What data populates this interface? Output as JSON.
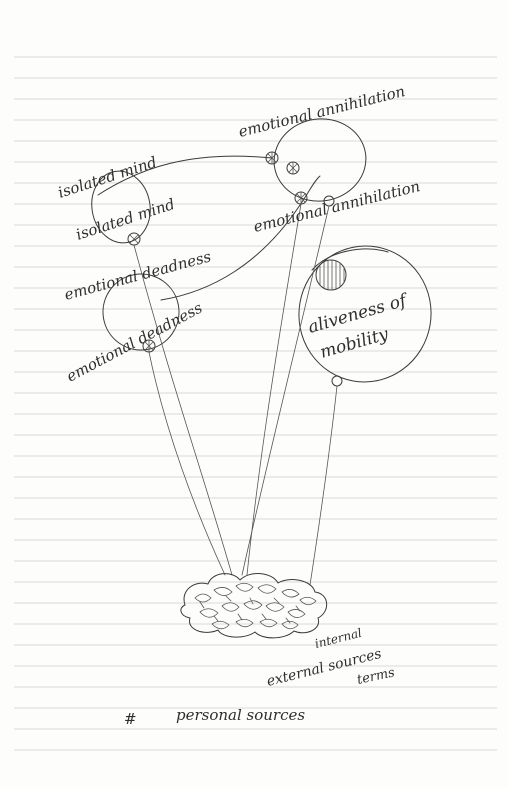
{
  "notes": {
    "label_emotional_annihilation_1": "emotional annihilation",
    "label_emotional_annihilation_2": "emotional annihilation",
    "label_isolated_mind_1": "isolated mind",
    "label_isolated_mind_2": "isolated mind",
    "label_emotional_deadness_1": "emotional deadness",
    "label_emotional_deadness_2": "emotional deadness",
    "label_aliveness": "aliveness of",
    "label_mobility": "mobility",
    "label_external_sources": "external sources",
    "label_internal": "internal",
    "label_terms": "terms",
    "label_personal_sources": "personal sources",
    "mark_hash": "#"
  },
  "colors": {
    "paper": "#fdfdfb",
    "rule": "#c9ccd0",
    "ink": "#3a3a3a"
  }
}
